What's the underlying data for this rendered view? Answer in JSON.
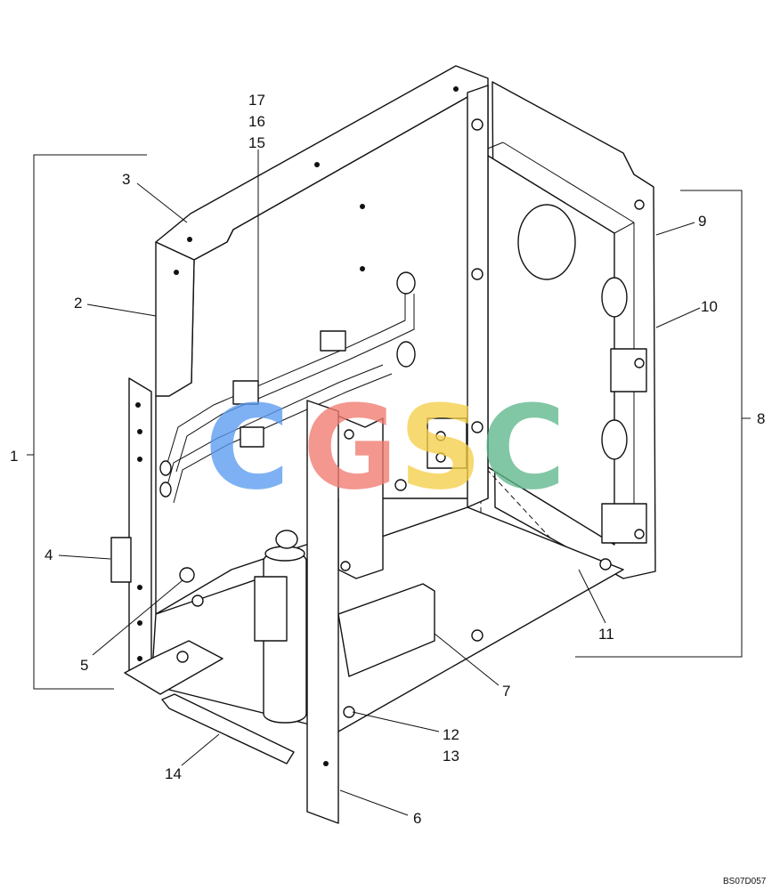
{
  "diagram": {
    "callouts": [
      "1",
      "2",
      "3",
      "4",
      "5",
      "6",
      "7",
      "8",
      "9",
      "10",
      "11",
      "12",
      "13",
      "14",
      "15",
      "16",
      "17"
    ],
    "drawing_code": "BS07D057",
    "watermark": {
      "letters": [
        "C",
        "G",
        "S",
        "C"
      ],
      "colors": [
        "#5b9cf0",
        "#f07b70",
        "#f5cf4a",
        "#5fb88c"
      ]
    }
  }
}
